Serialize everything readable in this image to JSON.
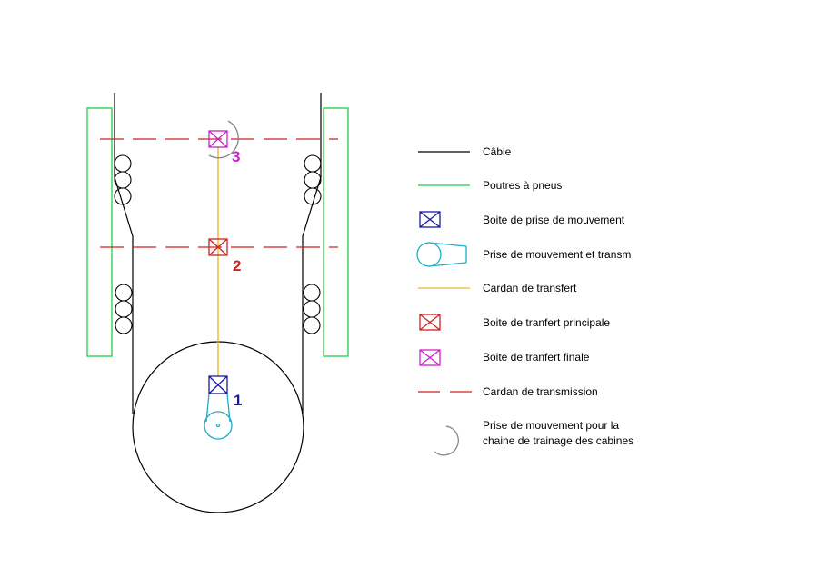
{
  "colors": {
    "cable": "#000000",
    "tire_beam": "#22cc44",
    "pto_box": "#1a1aa0",
    "pto_transmission": "#22aacc",
    "transfer_shaft": "#e6b830",
    "main_transfer_box": "#cc2222",
    "final_transfer_box": "#cc22cc",
    "transmission_shaft": "#cc2222",
    "cabin_chain_pto": "#888888"
  },
  "diagram": {
    "labels": {
      "box_1": "1",
      "box_2": "2",
      "box_3": "3"
    }
  },
  "legend": {
    "items": [
      {
        "symbol": "line",
        "color_key": "cable",
        "label": "Câble"
      },
      {
        "symbol": "line",
        "color_key": "tire_beam",
        "label": "Poutres à pneus"
      },
      {
        "symbol": "box",
        "color_key": "pto_box",
        "label": "Boite de prise de mouvement"
      },
      {
        "symbol": "pulley",
        "color_key": "pto_transmission",
        "label": "Prise de mouvement et transm"
      },
      {
        "symbol": "line",
        "color_key": "transfer_shaft",
        "label": "Cardan de transfert"
      },
      {
        "symbol": "box",
        "color_key": "main_transfer_box",
        "label": "Boite de tranfert principale"
      },
      {
        "symbol": "box",
        "color_key": "final_transfer_box",
        "label": "Boite de tranfert finale"
      },
      {
        "symbol": "dashed",
        "color_key": "transmission_shaft",
        "label": "Cardan de transmission"
      },
      {
        "symbol": "arc",
        "color_key": "cabin_chain_pto",
        "label": "Prise de mouvement pour la",
        "label2": "chaine de trainage des cabines"
      }
    ]
  }
}
